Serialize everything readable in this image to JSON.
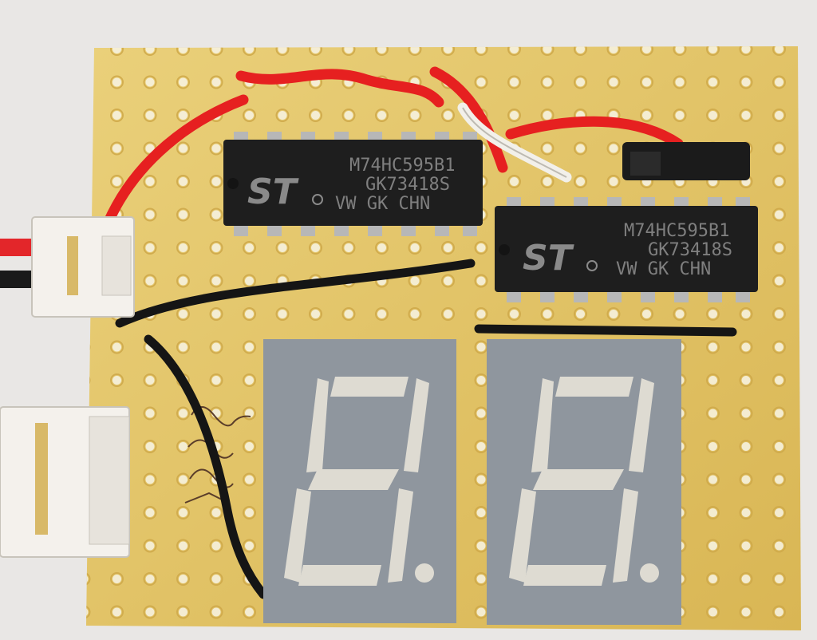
{
  "photo": {
    "board_color": "#e4c565",
    "display_segment_color": "#dedbd2",
    "display_body_color": "#8f969e"
  },
  "chips": [
    {
      "part": "M74HC595B1",
      "lot": "GK73418S",
      "origin": "VW  GK   CHN",
      "logo": "ST"
    },
    {
      "part": "M74HC595B1",
      "lot": "GK73418S",
      "origin": "VW  GK   CHN",
      "logo": "ST"
    }
  ],
  "displays": [
    {
      "segments_lit": [
        "a",
        "b",
        "c",
        "d",
        "e",
        "f",
        "g"
      ],
      "decimal_point": true
    },
    {
      "segments_lit": [
        "a",
        "b",
        "c",
        "d",
        "e",
        "f",
        "g"
      ],
      "decimal_point": true
    }
  ]
}
